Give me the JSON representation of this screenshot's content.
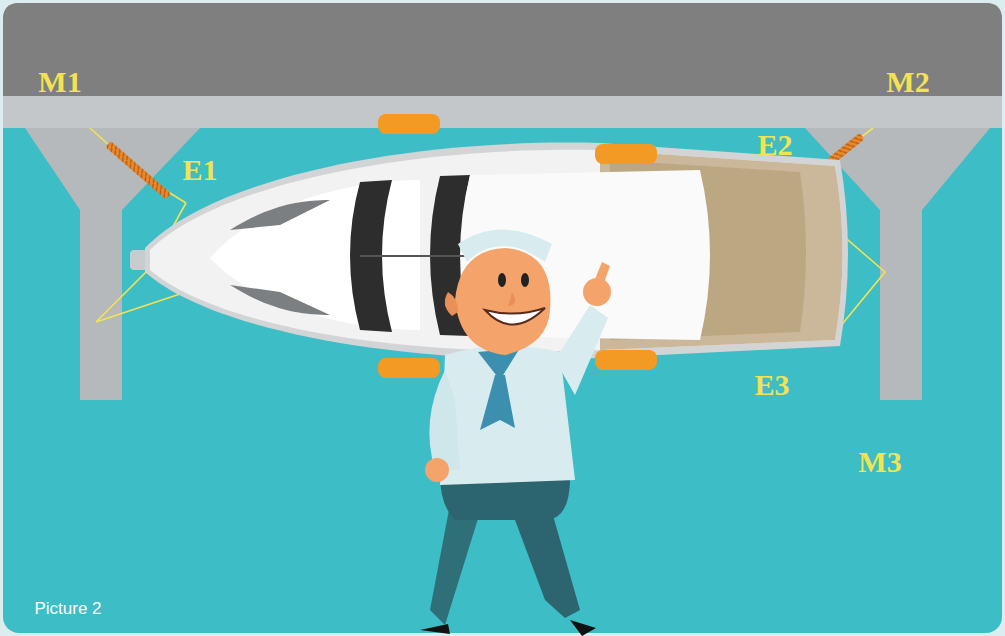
{
  "diagram": {
    "labels": [
      "M1",
      "E1",
      "M2",
      "E2",
      "E3",
      "M3",
      "Picture 2"
    ]
  }
}
